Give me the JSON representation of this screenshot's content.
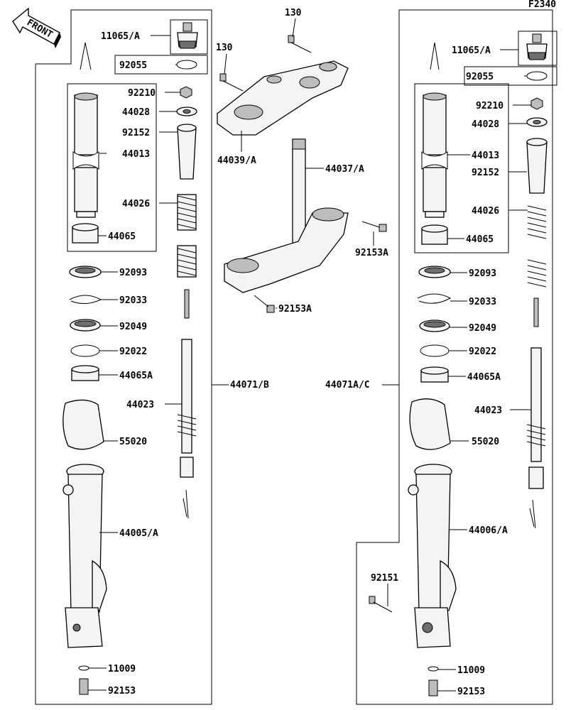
{
  "figure_code": "F2340",
  "front_label": "FRONT",
  "labels": {
    "l_11065A": "11065/A",
    "l_92055": "92055",
    "l_92210": "92210",
    "l_44028": "44028",
    "l_92152": "92152",
    "l_44013": "44013",
    "l_44026": "44026",
    "l_44065": "44065",
    "l_92093": "92093",
    "l_92033": "92033",
    "l_92049": "92049",
    "l_92022": "92022",
    "l_44065A": "44065A",
    "l_44071B": "44071/B",
    "l_44023": "44023",
    "l_55020": "55020",
    "l_44005A": "44005/A",
    "l_11009": "11009",
    "l_92153": "92153",
    "c_130a": "130",
    "c_130b": "130",
    "c_44039A": "44039/A",
    "c_44037A": "44037/A",
    "c_92153A_1": "92153A",
    "c_92153A_2": "92153A",
    "r_11065A": "11065/A",
    "r_92055": "92055",
    "r_92210": "92210",
    "r_44028": "44028",
    "r_44013": "44013",
    "r_92152": "92152",
    "r_44026": "44026",
    "r_44065": "44065",
    "r_92093": "92093",
    "r_92033": "92033",
    "r_92049": "92049",
    "r_92022": "92022",
    "r_44065A": "44065A",
    "r_44071AC": "44071A/C",
    "r_44023": "44023",
    "r_55020": "55020",
    "r_44006A": "44006/A",
    "r_92151": "92151",
    "r_11009": "11009",
    "r_92153": "92153"
  }
}
